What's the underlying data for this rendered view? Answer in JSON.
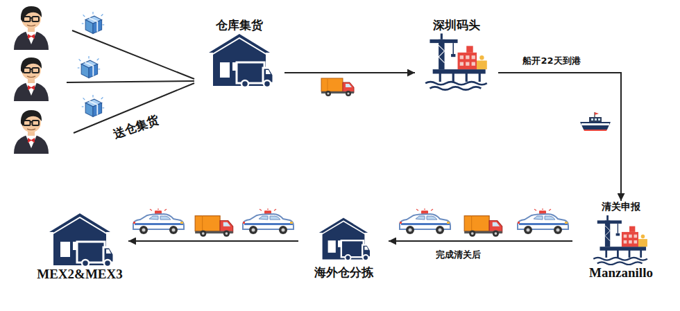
{
  "diagram": {
    "nodes": [
      {
        "text": [
          "仓库集货"
        ]
      },
      {
        "text": [
          "深圳码头"
        ]
      },
      {
        "text": [
          "清关申报",
          "Manzanillo"
        ]
      },
      {
        "text": [
          "海外仓分拣"
        ]
      },
      {
        "text": [
          "MEX2&MEX3"
        ]
      }
    ],
    "edges": [
      {
        "from": 0,
        "to": 1,
        "arrow": "to"
      },
      {
        "from": 1,
        "to": 2,
        "label": "船开22天到港",
        "arrow": "to"
      },
      {
        "from": 2,
        "to": 3,
        "label": "完成清关后",
        "arrow": "to"
      },
      {
        "from": 3,
        "to": 4,
        "arrow": "to"
      }
    ],
    "labels": [
      "送仓集货"
    ]
  }
}
